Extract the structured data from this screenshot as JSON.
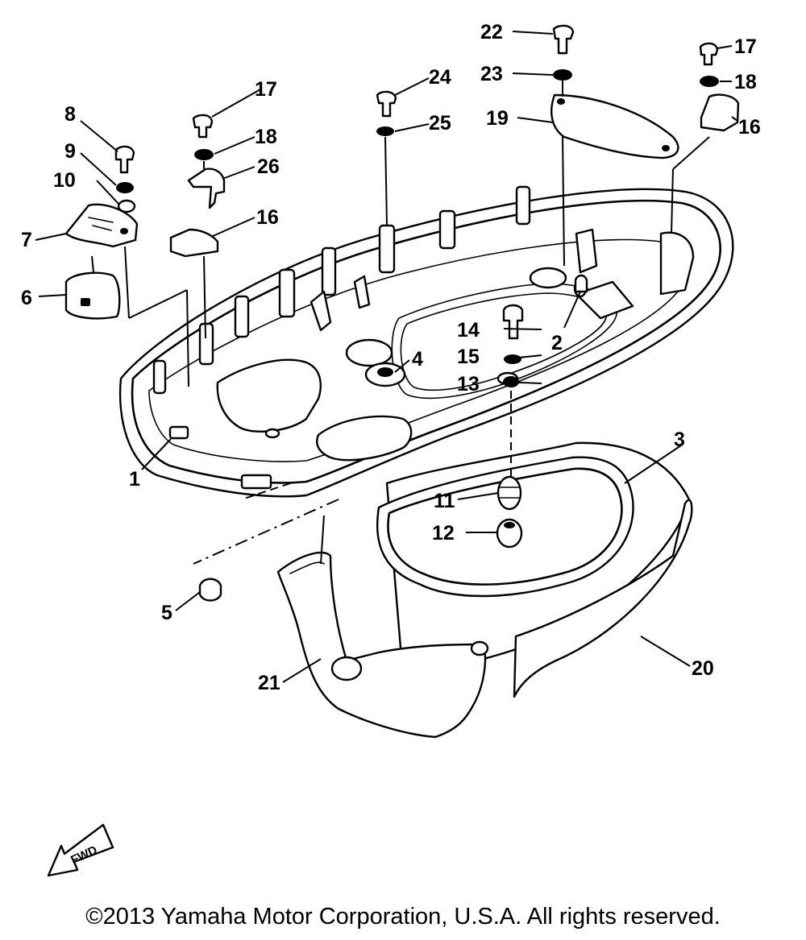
{
  "diagram": {
    "callouts": [
      {
        "id": "1",
        "text": "1"
      },
      {
        "id": "2",
        "text": "2"
      },
      {
        "id": "3",
        "text": "3"
      },
      {
        "id": "4",
        "text": "4"
      },
      {
        "id": "5",
        "text": "5"
      },
      {
        "id": "6",
        "text": "6"
      },
      {
        "id": "7",
        "text": "7"
      },
      {
        "id": "8",
        "text": "8"
      },
      {
        "id": "9",
        "text": "9"
      },
      {
        "id": "10",
        "text": "10"
      },
      {
        "id": "11",
        "text": "11"
      },
      {
        "id": "12",
        "text": "12"
      },
      {
        "id": "13",
        "text": "13"
      },
      {
        "id": "14",
        "text": "14"
      },
      {
        "id": "15",
        "text": "15"
      },
      {
        "id": "16a",
        "text": "16"
      },
      {
        "id": "16b",
        "text": "16"
      },
      {
        "id": "17a",
        "text": "17"
      },
      {
        "id": "17b",
        "text": "17"
      },
      {
        "id": "18a",
        "text": "18"
      },
      {
        "id": "18b",
        "text": "18"
      },
      {
        "id": "19",
        "text": "19"
      },
      {
        "id": "20",
        "text": "20"
      },
      {
        "id": "21",
        "text": "21"
      },
      {
        "id": "22",
        "text": "22"
      },
      {
        "id": "23",
        "text": "23"
      },
      {
        "id": "24",
        "text": "24"
      },
      {
        "id": "25",
        "text": "25"
      },
      {
        "id": "26",
        "text": "26"
      }
    ],
    "fwd_arrow_text": "FWD"
  },
  "footer": {
    "copyright": "©2013 Yamaha Motor Corporation, U.S.A. All rights reserved."
  }
}
